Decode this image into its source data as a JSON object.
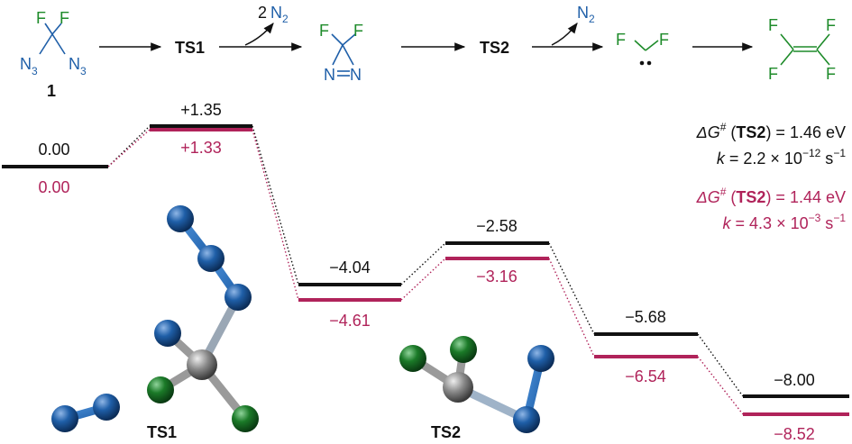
{
  "colors": {
    "black": "#111111",
    "magenta": "#b0235a",
    "fluorine": "#1e8b2a",
    "nitrogen": "#1f5fa8",
    "carbon_atom": "#8a8a8a",
    "nitrogen_atom": "#17599b",
    "fluorine_atom": "#1b6b24"
  },
  "scheme": {
    "compound1": {
      "label": "1",
      "F1": "F",
      "F2": "F",
      "N3a": "N",
      "N3a_sub": "3",
      "N3b": "N",
      "N3b_sub": "3"
    },
    "ts1_label": "TS1",
    "n2_release_1": {
      "coef": "2 N",
      "sub": "2"
    },
    "diazirine": {
      "F1": "F",
      "F2": "F",
      "N1": "N",
      "N2": "N"
    },
    "ts2_label": "TS2",
    "n2_release_2": {
      "text": "N",
      "sub": "2"
    },
    "carbene": {
      "F1": "F",
      "F2": "F",
      "dots": "••"
    },
    "tfe": {
      "F1": "F",
      "F2": "F",
      "F3": "F",
      "F4": "F"
    }
  },
  "energy_levels": [
    {
      "name": "reactant",
      "black": "0.00",
      "magenta": "0.00"
    },
    {
      "name": "ts1",
      "black": "+1.35",
      "magenta": "+1.33"
    },
    {
      "name": "diazirine",
      "black": "−4.04",
      "magenta": "−4.61"
    },
    {
      "name": "ts2",
      "black": "−2.58",
      "magenta": "−3.16"
    },
    {
      "name": "carbene",
      "black": "−5.68",
      "magenta": "−6.54"
    },
    {
      "name": "product",
      "black": "−8.00",
      "magenta": "−8.52"
    }
  ],
  "annotations": {
    "black": {
      "dg_prefix": "ΔG",
      "dg_sup": "#",
      "dg_open": " (",
      "dg_ts": "TS2",
      "dg_close": ") = 1.46 eV",
      "k_var": "k",
      "k_eq": " = 2.2 × 10",
      "k_exp": "−12",
      "k_unit": " s",
      "k_unit_exp": "−1"
    },
    "magenta": {
      "dg_prefix": "ΔG",
      "dg_sup": "#",
      "dg_open": " (",
      "dg_ts": "TS2",
      "dg_close": ") = 1.44 eV",
      "k_var": "k",
      "k_eq": " = 4.3 × 10",
      "k_exp": "−3",
      "k_unit": " s",
      "k_unit_exp": "−1"
    }
  },
  "structure_labels": {
    "ts1": "TS1",
    "ts2": "TS2"
  }
}
